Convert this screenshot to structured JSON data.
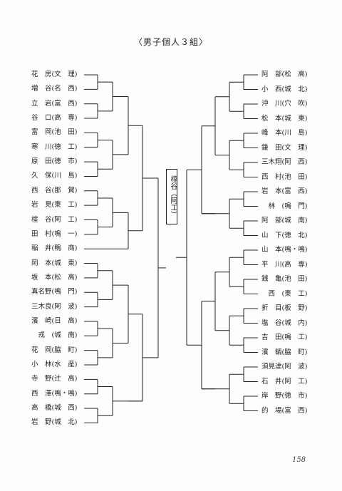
{
  "title": "〈男子個人３組〉",
  "left": [
    "花　房(文　理)",
    "増　谷(名　西)",
    "立　岩(富　西)",
    "谷　口(高　専)",
    "富　岡(池　田)",
    "寒　川(徳　工)",
    "原　田(徳　市)",
    "久　保(川　島)",
    "西　谷(那　賀)",
    "岩　見(東　工)",
    "榁　谷(阿　工)",
    "田　村(鳴　一)",
    "稲　井(鴨　商)",
    "岡　本(城　東)",
    "坂　本(松　高)",
    "真名野(鳴　門)",
    "三木良(阿　波)",
    "濱　崎(日　高)",
    "　戎　(城　南)",
    "花　岡(脇　町)",
    "小　林(水　産)",
    "寺　野(辻　高)",
    "西　澤(鳴・鳴)",
    "高　橋(城　西)",
    "岩　野(城　北)"
  ],
  "right": [
    "阿　部(松　高)",
    "小　西(城　北)",
    "沖　川(穴　吹)",
    "松　本(城　東)",
    "峰　本(川　島)",
    "鎌　田(文　理)",
    "三木翔(阿　西)",
    "西　村(池　田)",
    "岩　本(富　西)",
    "　林　(鳴　門)",
    "阿　部(城　南)",
    "山　下(徳　北)",
    "山　本(鳴・鳴)",
    "平　川(高　専)",
    "銭　亀(池　田)",
    "　西　(東　工)",
    "折　目(板　野)",
    "塩　谷(城　内)",
    "吉　田(鳴　工)",
    "濱　鍋(脇　町)",
    "須見達(阿　波)",
    "石　井(阿　工)",
    "岸　野(徳　市)",
    "的　場(富　西)"
  ],
  "winner": "榁谷（阿工）",
  "page_number": "158"
}
